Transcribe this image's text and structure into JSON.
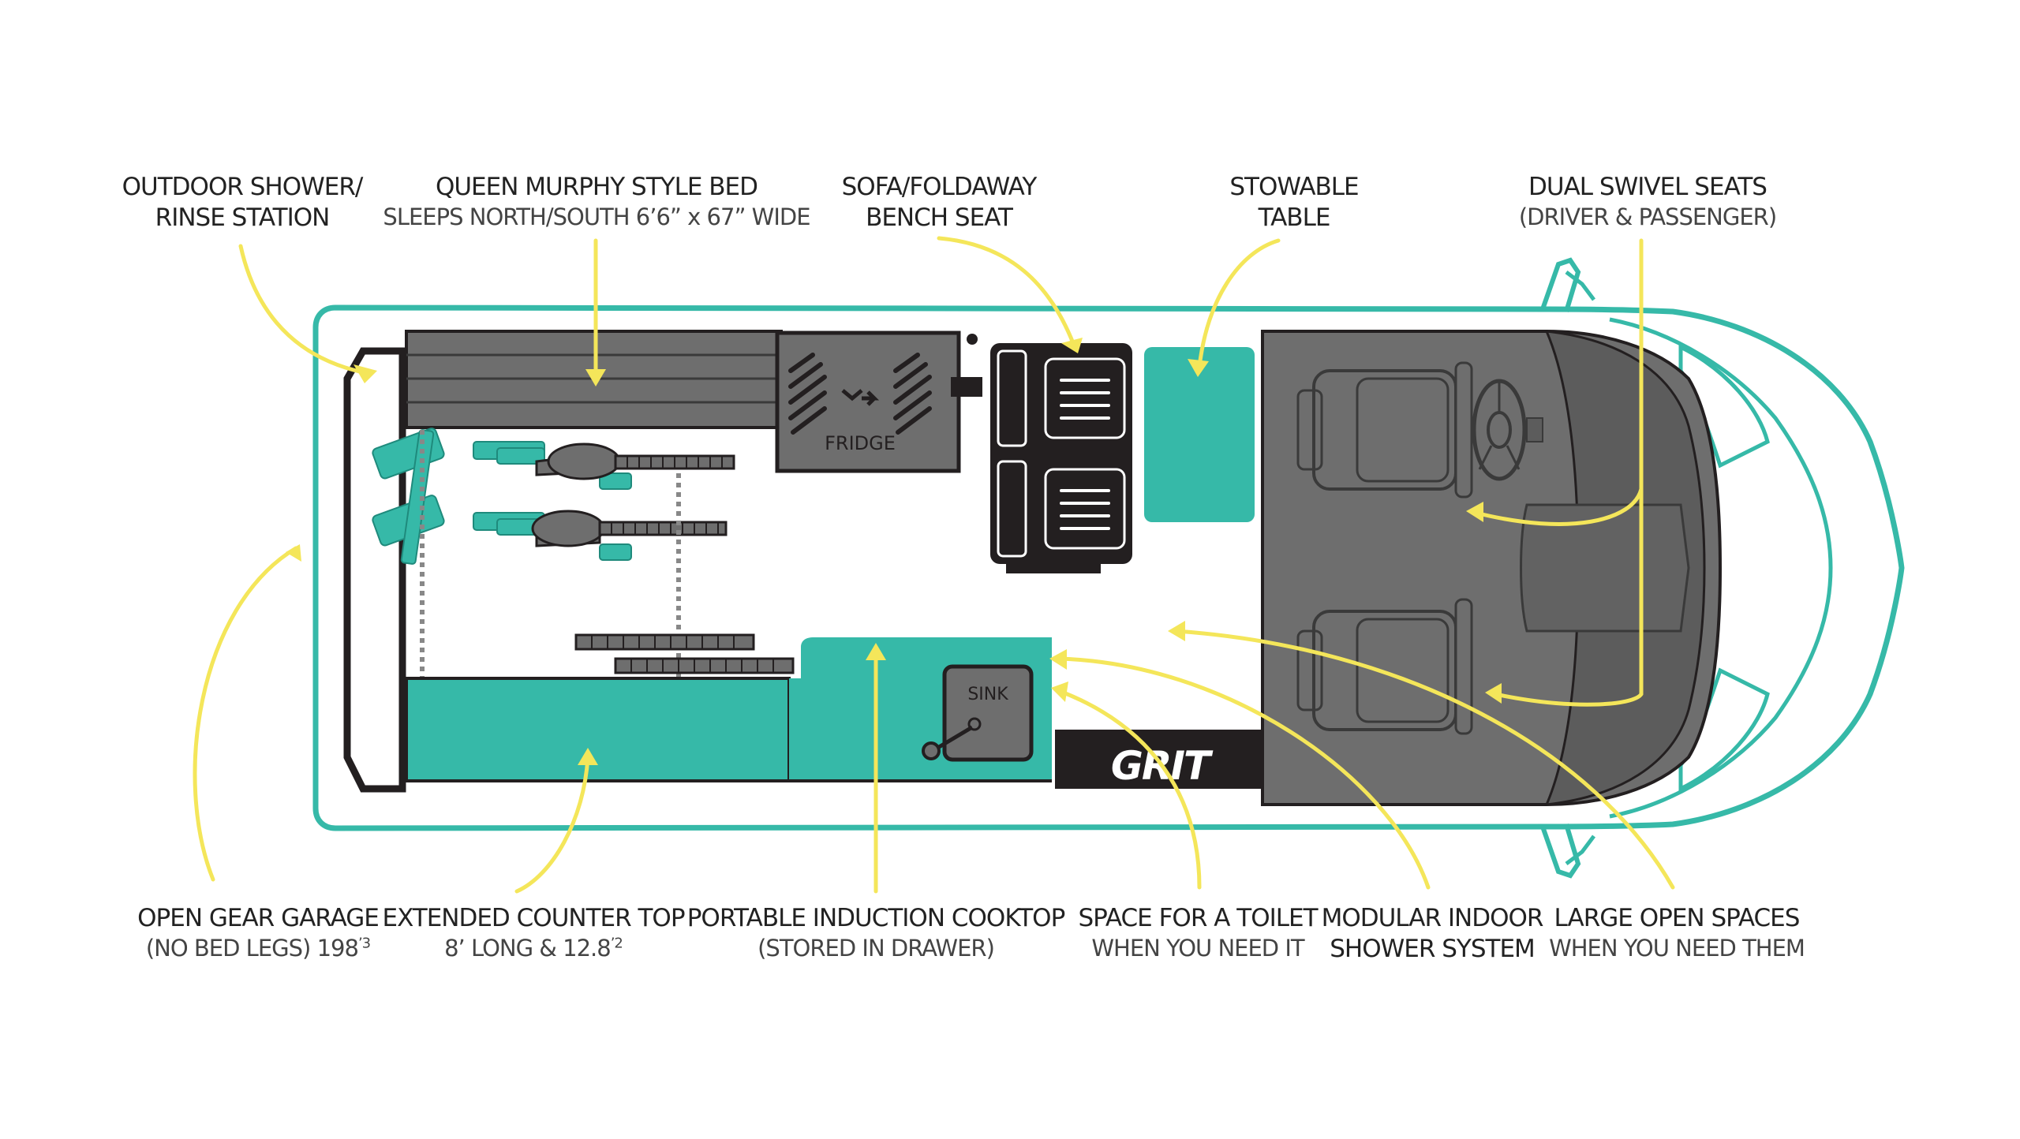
{
  "colors": {
    "teal": "#36b9a8",
    "dark": "#231f20",
    "gray": "#6e6e6e",
    "yellow": "#f4e65a",
    "background": "#ffffff"
  },
  "labels": {
    "outdoor_shower": {
      "line1": "OUTDOOR SHOWER/",
      "line2": "RINSE STATION"
    },
    "murphy_bed": {
      "line1": "QUEEN MURPHY STYLE BED",
      "line2": "SLEEPS NORTH/SOUTH 6’6” x 67” WIDE"
    },
    "sofa_bench": {
      "line1": "SOFA/FOLDAWAY",
      "line2": "BENCH SEAT"
    },
    "stowable_table": {
      "line1": "STOWABLE",
      "line2": "TABLE"
    },
    "swivel_seats": {
      "line1": "DUAL SWIVEL SEATS",
      "line2": "(DRIVER & PASSENGER)"
    },
    "gear_garage": {
      "line1": "OPEN GEAR GARAGE",
      "line2": "(NO BED LEGS) 198",
      "line2_sup": "’3"
    },
    "counter_top": {
      "line1": "EXTENDED COUNTER TOP",
      "line2": "8’ LONG & 12.8",
      "line2_sup": "’2"
    },
    "cooktop": {
      "line1": "PORTABLE INDUCTION COOKTOP",
      "line2": "(STORED IN DRAWER)"
    },
    "toilet_space": {
      "line1": "SPACE FOR A TOILET",
      "line2": "WHEN YOU NEED IT"
    },
    "indoor_shower": {
      "line1": "MODULAR INDOOR",
      "line2": "SHOWER SYSTEM"
    },
    "open_spaces": {
      "line1": "LARGE OPEN SPACES",
      "line2": "WHEN YOU NEED THEM"
    }
  },
  "fixtures": {
    "fridge_label": "FRIDGE",
    "sink_label": "SINK",
    "brand_logo": "GRIT"
  },
  "icons": [
    "bicycle-icon",
    "steering-wheel-icon",
    "fridge-icon",
    "sink-icon",
    "brand-logo"
  ]
}
